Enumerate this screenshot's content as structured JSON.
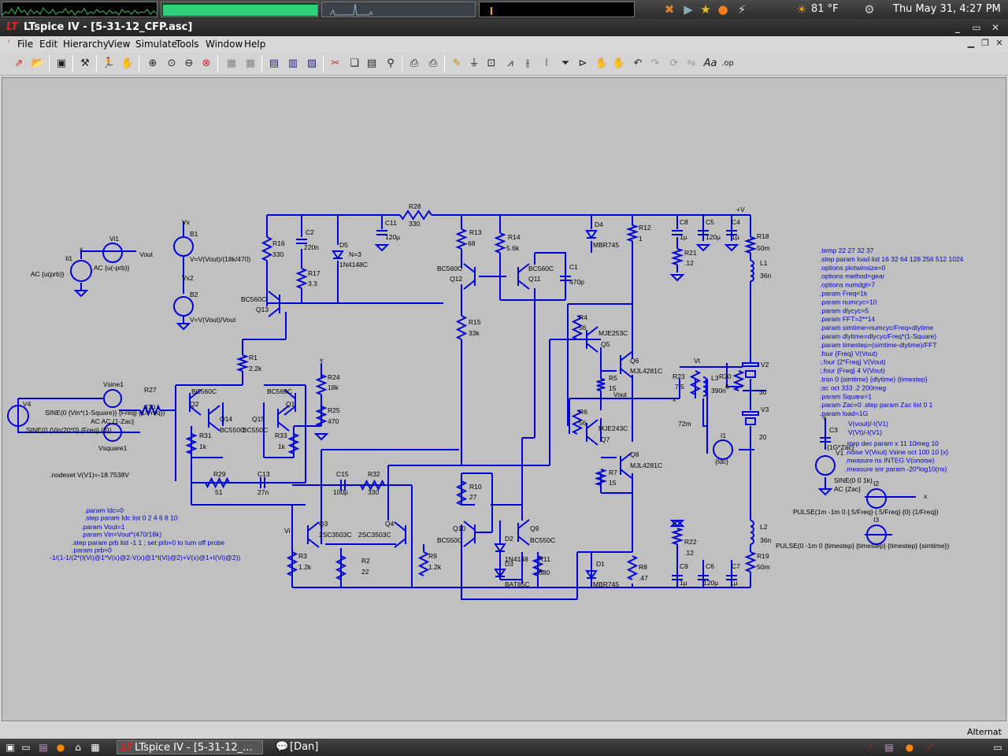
{
  "top_panel": {
    "weather_temp": "81 °F",
    "clock": "Thu May 31,  4:27 PM"
  },
  "window": {
    "title": "LTspice IV - [5-31-12_CFP.asc]",
    "logo": "LT"
  },
  "menu": {
    "file": "File",
    "edit": "Edit",
    "hierarchy": "Hierarchy",
    "view": "View",
    "simulate": "Simulate",
    "tools": "Tools",
    "window": "Window",
    "help": "Help"
  },
  "schematic": {
    "wire_color": "#0000d8",
    "label_color": "#000000",
    "directive_color": "#0000c8",
    "component_labels": [
      {
        "id": "R28",
        "text": "R28"
      },
      {
        "id": "R28v",
        "text": "330"
      },
      {
        "id": "C11",
        "text": "C11"
      },
      {
        "id": "C11v",
        "text": "120µ"
      },
      {
        "id": "R16",
        "text": "R16"
      },
      {
        "id": "R16v",
        "text": "330"
      },
      {
        "id": "C2",
        "text": "C2"
      },
      {
        "id": "C2v",
        "text": "220n"
      },
      {
        "id": "D5",
        "text": "D5"
      },
      {
        "id": "D5n",
        "text": "N=3"
      },
      {
        "id": "D5v",
        "text": "1N4148C"
      },
      {
        "id": "R17",
        "text": "R17"
      },
      {
        "id": "R17v",
        "text": "3.3"
      },
      {
        "id": "Q13",
        "text": "Q13"
      },
      {
        "id": "Q13v",
        "text": "BC560C"
      },
      {
        "id": "R1",
        "text": "R1"
      },
      {
        "id": "R1v",
        "text": "2.2k"
      },
      {
        "id": "R13",
        "text": "R13"
      },
      {
        "id": "R13v",
        "text": "68"
      },
      {
        "id": "R14",
        "text": "R14"
      },
      {
        "id": "R14v",
        "text": "5.6k"
      },
      {
        "id": "Q12",
        "text": "Q12"
      },
      {
        "id": "Q12v",
        "text": "BC560C"
      },
      {
        "id": "Q11",
        "text": "Q11"
      },
      {
        "id": "Q11v",
        "text": "BC560C"
      },
      {
        "id": "C1",
        "text": "C1"
      },
      {
        "id": "C1v",
        "text": "470p"
      },
      {
        "id": "R15",
        "text": "R15"
      },
      {
        "id": "R15v",
        "text": "33k"
      },
      {
        "id": "D4",
        "text": "D4"
      },
      {
        "id": "D4v",
        "text": "MBR745"
      },
      {
        "id": "R12",
        "text": "R12"
      },
      {
        "id": "R12v",
        "text": "1"
      },
      {
        "id": "C8",
        "text": "C8"
      },
      {
        "id": "C8v",
        "text": "1µ"
      },
      {
        "id": "C5",
        "text": "C5"
      },
      {
        "id": "C5v",
        "text": "120µ"
      },
      {
        "id": "C4",
        "text": "C4"
      },
      {
        "id": "C4v",
        "text": "1µ"
      },
      {
        "id": "R21",
        "text": "R21"
      },
      {
        "id": "R21v",
        "text": ".12"
      },
      {
        "id": "Vp",
        "text": "+V"
      },
      {
        "id": "R18",
        "text": "R18"
      },
      {
        "id": "R18v",
        "text": "50m"
      },
      {
        "id": "L1",
        "text": "L1"
      },
      {
        "id": "L1v",
        "text": "36n"
      },
      {
        "id": "R4",
        "text": "R4"
      },
      {
        "id": "R4v",
        "text": "56"
      },
      {
        "id": "Q5",
        "text": "Q5"
      },
      {
        "id": "Q5v",
        "text": "MJE253C"
      },
      {
        "id": "Q6",
        "text": "Q6"
      },
      {
        "id": "Q6v",
        "text": "MJL4281C"
      },
      {
        "id": "R5",
        "text": "R5"
      },
      {
        "id": "R5v",
        "text": "15"
      },
      {
        "id": "Vout2",
        "text": "Vout"
      },
      {
        "id": "R6",
        "text": "R6"
      },
      {
        "id": "R6v",
        "text": "56"
      },
      {
        "id": "Q7",
        "text": "Q7"
      },
      {
        "id": "Q7v",
        "text": "MJE243C"
      },
      {
        "id": "Q8",
        "text": "Q8"
      },
      {
        "id": "Q8v",
        "text": "MJL4281C"
      },
      {
        "id": "R7",
        "text": "R7"
      },
      {
        "id": "R7v",
        "text": "15"
      },
      {
        "id": "R23",
        "text": "R23"
      },
      {
        "id": "R23v",
        "text": "7.5"
      },
      {
        "id": "Vt",
        "text": "Vt"
      },
      {
        "id": "L3",
        "text": "L3"
      },
      {
        "id": "L3v",
        "text": "390n"
      },
      {
        "id": "R20",
        "text": "R20"
      },
      {
        "id": "R20v",
        "text": "6"
      },
      {
        "id": "V2",
        "text": "V2"
      },
      {
        "id": "V2v",
        "text": "30"
      },
      {
        "id": "V3",
        "text": "V3"
      },
      {
        "id": "V3v",
        "text": "20"
      },
      {
        "id": "x1",
        "text": "x"
      },
      {
        "id": "m72",
        "text": "72m"
      },
      {
        "id": "I1",
        "text": "I1"
      },
      {
        "id": "I1v",
        "text": "{Idc}"
      },
      {
        "id": "R10",
        "text": "R10"
      },
      {
        "id": "R10v",
        "text": "27"
      },
      {
        "id": "Q10",
        "text": "Q10"
      },
      {
        "id": "Q10v",
        "text": "BC550C"
      },
      {
        "id": "Q9",
        "text": "Q9"
      },
      {
        "id": "Q9v",
        "text": "BC550C"
      },
      {
        "id": "D2",
        "text": "D2"
      },
      {
        "id": "D2v",
        "text": "1N4148"
      },
      {
        "id": "D3",
        "text": "D3"
      },
      {
        "id": "D3v",
        "text": "BAT85C"
      },
      {
        "id": "R11",
        "text": "R11"
      },
      {
        "id": "R11v",
        "text": "680"
      },
      {
        "id": "D1",
        "text": "D1"
      },
      {
        "id": "D1v",
        "text": "MBR745"
      },
      {
        "id": "R8",
        "text": "R8"
      },
      {
        "id": "R8v",
        "text": ".47"
      },
      {
        "id": "R22",
        "text": "R22"
      },
      {
        "id": "R22v",
        "text": ".12"
      },
      {
        "id": "C9",
        "text": "C9"
      },
      {
        "id": "C9v",
        "text": "1µ"
      },
      {
        "id": "C6",
        "text": "C6"
      },
      {
        "id": "C6v",
        "text": "120µ"
      },
      {
        "id": "C7",
        "text": "C7"
      },
      {
        "id": "C7v",
        "text": "1µ"
      },
      {
        "id": "L2",
        "text": "L2"
      },
      {
        "id": "L2v",
        "text": "36n"
      },
      {
        "id": "R19",
        "text": "R19"
      },
      {
        "id": "R19v",
        "text": "50m"
      },
      {
        "id": "B1",
        "text": "B1"
      },
      {
        "id": "B1v",
        "text": "V=V(Vout)/(18k/470)"
      },
      {
        "id": "B2",
        "text": "B2"
      },
      {
        "id": "B2v",
        "text": "V=V(Vout)/Vout"
      },
      {
        "id": "Vx",
        "text": "Vx"
      },
      {
        "id": "Vx2",
        "text": "Vx2"
      },
      {
        "id": "Ii1",
        "text": "Ii1"
      },
      {
        "id": "Ii1v",
        "text": "AC {u(prb)}"
      },
      {
        "id": "Vi1",
        "text": "Vi1"
      },
      {
        "id": "Vi1v",
        "text": "AC {u(-prb)}"
      },
      {
        "id": "x2",
        "text": "x"
      },
      {
        "id": "Vout1",
        "text": "Vout"
      },
      {
        "id": "V4",
        "text": "V4"
      },
      {
        "id": "Vsine1",
        "text": "Vsine1"
      },
      {
        "id": "R27",
        "text": "R27"
      },
      {
        "id": "R27v",
        "text": "470"
      },
      {
        "id": "sine1",
        "text": "SINE(0 {Vin*(1-Square)} {Freq} {1/Freq})"
      },
      {
        "id": "ac1",
        "text": "AC AC {1-Zac}"
      },
      {
        "id": "sine2",
        "text": "SINE(0 {Vin/20*0} {Freq} {0})"
      },
      {
        "id": "Vsquare1",
        "text": "Vsquare1"
      },
      {
        "id": "Q2",
        "text": "Q2"
      },
      {
        "id": "Q2v",
        "text": "BC560C"
      },
      {
        "id": "Q14",
        "text": "Q14"
      },
      {
        "id": "Q14v",
        "text": "BC550C"
      },
      {
        "id": "Q15",
        "text": "Q15"
      },
      {
        "id": "Q15v",
        "text": "BC550C"
      },
      {
        "id": "Q1",
        "text": "Q1"
      },
      {
        "id": "Q1v",
        "text": "BC560C"
      },
      {
        "id": "R31",
        "text": "R31"
      },
      {
        "id": "R31v",
        "text": "1k"
      },
      {
        "id": "R33",
        "text": "R33"
      },
      {
        "id": "R33v",
        "text": "1k"
      },
      {
        "id": "R24",
        "text": "R24"
      },
      {
        "id": "R24v",
        "text": "18k"
      },
      {
        "id": "R25",
        "text": "R25"
      },
      {
        "id": "R25v",
        "text": "470"
      },
      {
        "id": "x3",
        "text": "x"
      },
      {
        "id": "R29",
        "text": "R29"
      },
      {
        "id": "R29v",
        "text": "51"
      },
      {
        "id": "C13",
        "text": "C13"
      },
      {
        "id": "C13v",
        "text": "27n"
      },
      {
        "id": "C15",
        "text": "C15"
      },
      {
        "id": "C15v",
        "text": "100p"
      },
      {
        "id": "R32",
        "text": "R32"
      },
      {
        "id": "R32v",
        "text": "330"
      },
      {
        "id": "Q3",
        "text": "Q3"
      },
      {
        "id": "Q3v",
        "text": "2SC3503C"
      },
      {
        "id": "Q4",
        "text": "Q4"
      },
      {
        "id": "Q4v",
        "text": "2SC3503C"
      },
      {
        "id": "Vi",
        "text": "Vi"
      },
      {
        "id": "R3",
        "text": "R3"
      },
      {
        "id": "R3v",
        "text": "1.2k"
      },
      {
        "id": "R2",
        "text": "R2"
      },
      {
        "id": "R2v",
        "text": "22"
      },
      {
        "id": "R9",
        "text": "R9"
      },
      {
        "id": "R9v",
        "text": "1.2k"
      },
      {
        "id": "nodeset",
        "text": ".nodeset V(V1)=-18.7538V"
      },
      {
        "id": "C3",
        "text": "C3"
      },
      {
        "id": "C3v",
        "text": "{1G*Zac}"
      },
      {
        "id": "V1",
        "text": "V1"
      },
      {
        "id": "V1v1",
        "text": "SINE(0 0 1k)"
      },
      {
        "id": "V1v2",
        "text": "AC {Zac}"
      },
      {
        "id": "I2",
        "text": "I2"
      },
      {
        "id": "I2v",
        "text": "PULSE(1m -1m 0 {.5/Freq} {.5/Freq} {0} {1/Freq})"
      },
      {
        "id": "I3",
        "text": "I3"
      },
      {
        "id": "I3v",
        "text": "PULSE(0 -1m 0 {timestep} {timestep} {timestep} {simtime})"
      },
      {
        "id": "x4",
        "text": "x"
      },
      {
        "id": "s1",
        "text": "s"
      }
    ],
    "directives_left": [
      ".param Idc=0",
      ".step param Idc list 0 2 4 6 8 10",
      ".param Vout=1",
      ".param Vin=Vout*(470/18k)",
      ".step param prb list -1 1 ; set prb=0 to turn off probe",
      ".param prb=0",
      "-1/(1-1/(2*(I(Vi)@1*V(x)@2-V(x)@1*I(Vi)@2)+V(x)@1+I(Vi)@2))"
    ],
    "directives_right": [
      ".temp 22 27 32 37",
      ".step param load list 16 32 64 128 256 512 1024",
      ".options plotwinsize=0",
      ".options method=gear",
      ".options numdgt=7",
      ".param Freq=1k",
      ".param numcyc=10",
      ".param dlycyc=5",
      ".param FFT=2**14",
      ".param simtime=numcyc/Freq+dlytime",
      ".param dlytime=dlycyc/Freq*(1-Square)",
      ".param timestep=(simtime-dlytime)/FFT",
      ".four {Freq} V(Vout)",
      ";.four {2*Freq} V(Vout)",
      ";.four {Freq} 4 V(Vout)",
      ".tran 0 {simtime} {dlytime} {timestep}",
      ";ac oct 333 .2 200meg",
      ".param Square=1",
      ".param Zac=0  .step param Zac list 0 1",
      ".param load=1G"
    ],
    "directives_mid": [
      "V(vout)/-I(V1)",
      "V(Vt)/-I(V1)"
    ],
    "directives_noise": [
      ".step dec param x 11 10meg 10",
      ".noise V(Vout) Vsine oct 100 10 {x}",
      ".measure ns INTEG V(onoise)",
      ".measure snr param -20*log10(ns)"
    ]
  },
  "statusbar": {
    "text": "Alternat"
  },
  "taskbar": {
    "tasks": [
      {
        "label": "LTspice IV - [5-31-12_...",
        "active": true
      },
      {
        "label": "[Dan]",
        "active": false
      }
    ]
  }
}
